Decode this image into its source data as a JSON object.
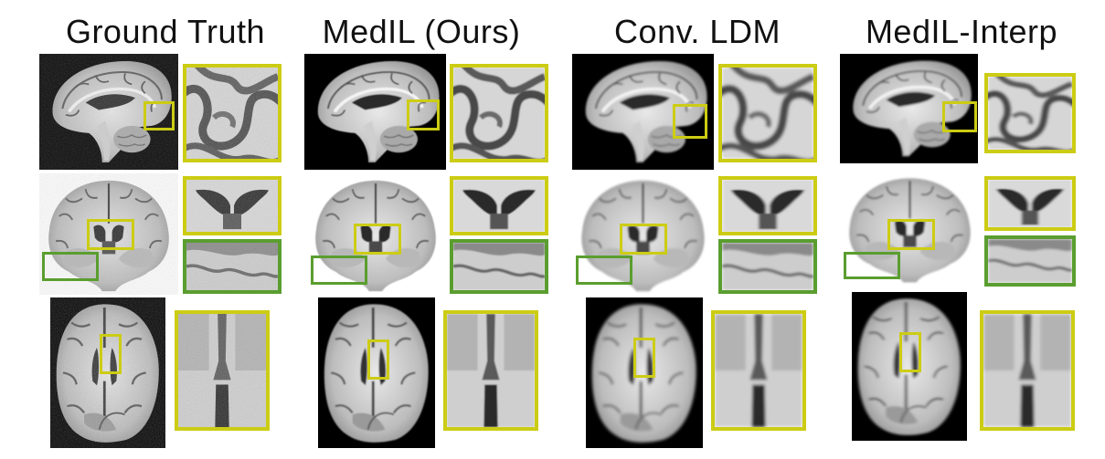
{
  "columns": [
    {
      "title": "Ground Truth",
      "variant": "noisy"
    },
    {
      "title": "MedIL (Ours)",
      "variant": "smooth"
    },
    {
      "title": "Conv. LDM",
      "variant": "blurry"
    },
    {
      "title": "MedIL-Interp",
      "variant": "smooth"
    }
  ],
  "rows": [
    "sagittal",
    "coronal",
    "axial"
  ],
  "colors": {
    "highlight_yellow": "#cccc14",
    "highlight_green": "#5a9e2f",
    "background": "#000000"
  }
}
